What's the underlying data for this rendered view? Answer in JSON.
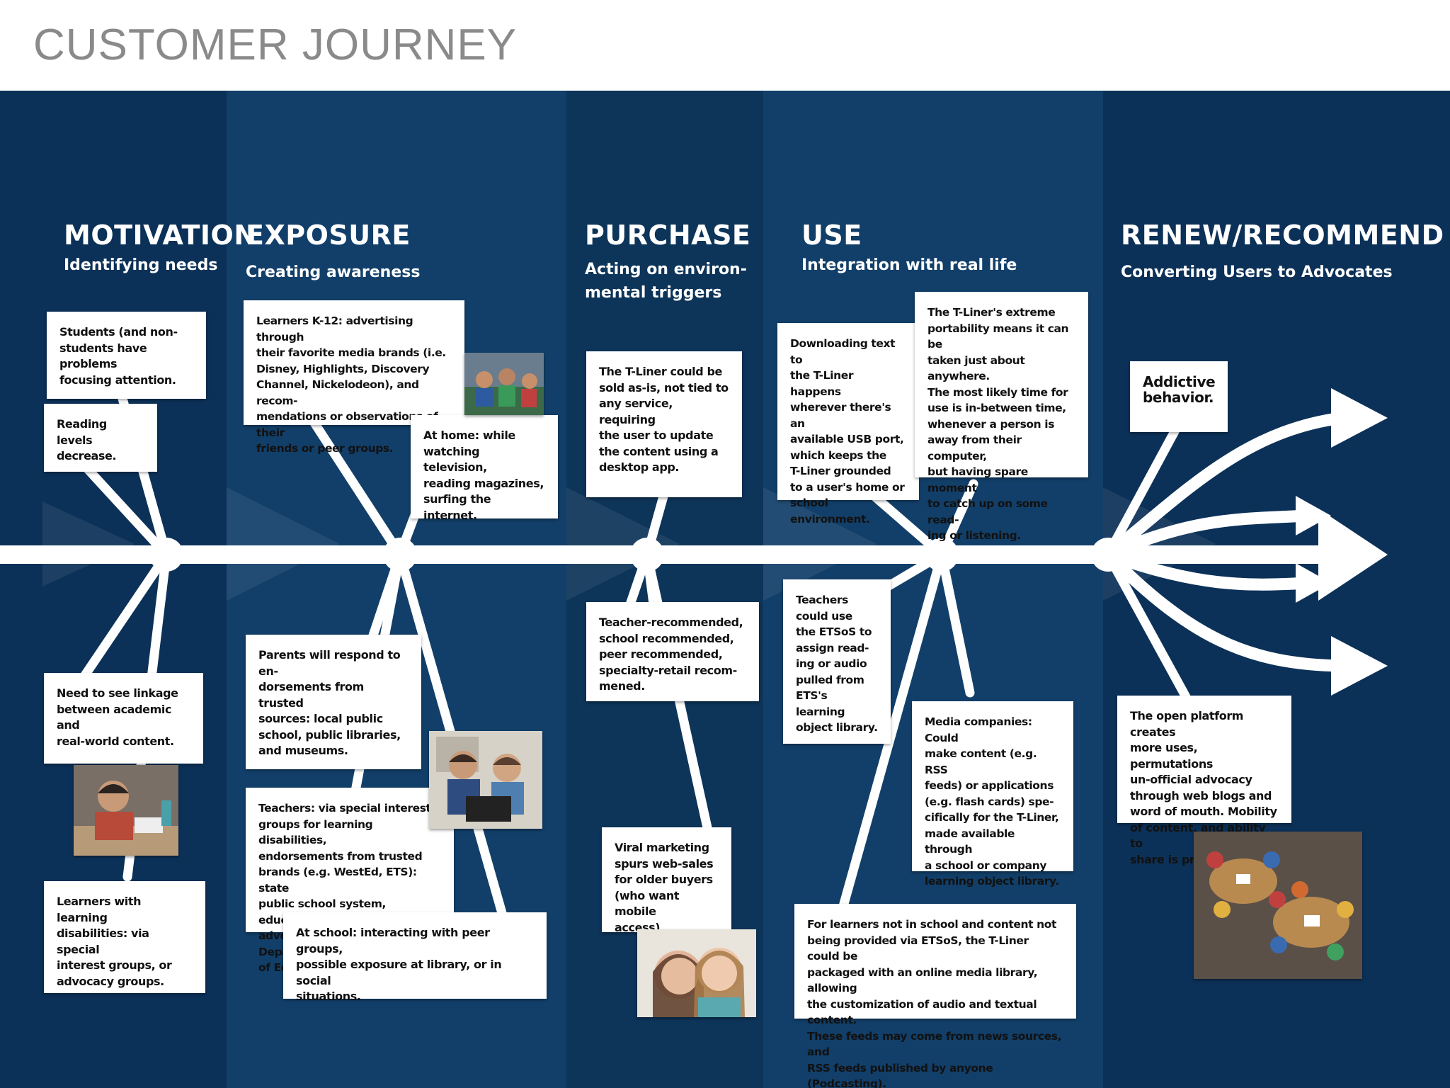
{
  "title": "CUSTOMER JOURNEY",
  "colors": {
    "background": "#0f3a63",
    "band_dark": "#0c3158",
    "band_light": "#123f69",
    "spine": "#ffffff",
    "note_bg": "#ffffff",
    "title_gray": "#8a8a8a"
  },
  "stages": [
    {
      "title": "MOTIVATION",
      "subtitle": "Identifying needs"
    },
    {
      "title": "EXPOSURE",
      "subtitle": "Creating awareness"
    },
    {
      "title": "PURCHASE",
      "subtitle": "Acting on environ-\nmental triggers"
    },
    {
      "title": "USE",
      "subtitle": "Integration with real life"
    },
    {
      "title": "RENEW/RECOMMEND",
      "subtitle": "Converting Users to Advocates"
    }
  ],
  "notes": {
    "motivation": [
      "Students (and non-\nstudents have problems\nfocusing attention.",
      "Reading levels\ndecrease.",
      "Need to see linkage\nbetween academic and\nreal-world content.",
      "Learners with learning\ndisabilities: via special\ninterest groups, or\nadvocacy groups."
    ],
    "exposure": [
      "Learners K-12: advertising through\ntheir favorite media brands (i.e.\nDisney, Highlights, Discovery\nChannel, Nickelodeon), and recom-\nmendations or observations of their\nfriends or peer groups.",
      "At home: while\nwatching television,\nreading magazines,\nsurfing the internet.",
      "Parents will respond to en-\ndorsements from trusted\nsources: local public\nschool, public libraries,\nand museums.",
      "Teachers: via special interest\ngroups for learning disabilities,\nendorsements from trusted\nbrands (e.g. WestEd, ETS): state\npublic school system, education\nadvocacy group, US Department\nof Education.",
      "At school: interacting with peer groups,\npossible exposure at library, or in social\nsituations."
    ],
    "purchase": [
      "The T-Liner could be\nsold as-is, not tied to\nany service, requiring\nthe user to update\nthe content using a\ndesktop app.",
      "Teacher-recommended,\nschool recommended,\npeer recommended,\nspecialty-retail recom-\nmened.",
      "Viral marketing\nspurs web-sales\nfor older buyers\n(who want mobile\naccess)."
    ],
    "use": [
      "Downloading text to\nthe T-Liner happens\nwherever there's an\navailable USB port,\nwhich keeps the\nT-Liner grounded\nto a user's home or\nschool environment.",
      "The T-Liner's extreme\nportability means it can be\ntaken just about anywhere.\nThe most likely time for\nuse is in-between time,\nwhenever a person is\naway from their computer,\nbut having spare moment\nto catch up on some read-\ning or listening.",
      "Teachers\ncould use\nthe ETSoS to\nassign read-\ning or audio\npulled from\nETS's learning\nobject library.",
      "Media companies: Could\nmake content (e.g. RSS\nfeeds) or applications\n(e.g. flash cards) spe-\ncifically for the T-Liner,\nmade available through\na school or company\nlearning object library.",
      "For learners not in school and content not\nbeing provided via ETSoS, the T-Liner could be\npackaged with an online media library, allowing\nthe customization of audio and textual content.\nThese feeds may come from news sources, and\nRSS feeds published by anyone (Podcasting)."
    ],
    "renew": [
      "Addictive\nbehavior.",
      "The open platform creates\nmore uses, permutations\nun-official advocacy\nthrough web blogs and\nword of mouth. Mobility\nof content, and ability to\nshare is provocative."
    ]
  }
}
